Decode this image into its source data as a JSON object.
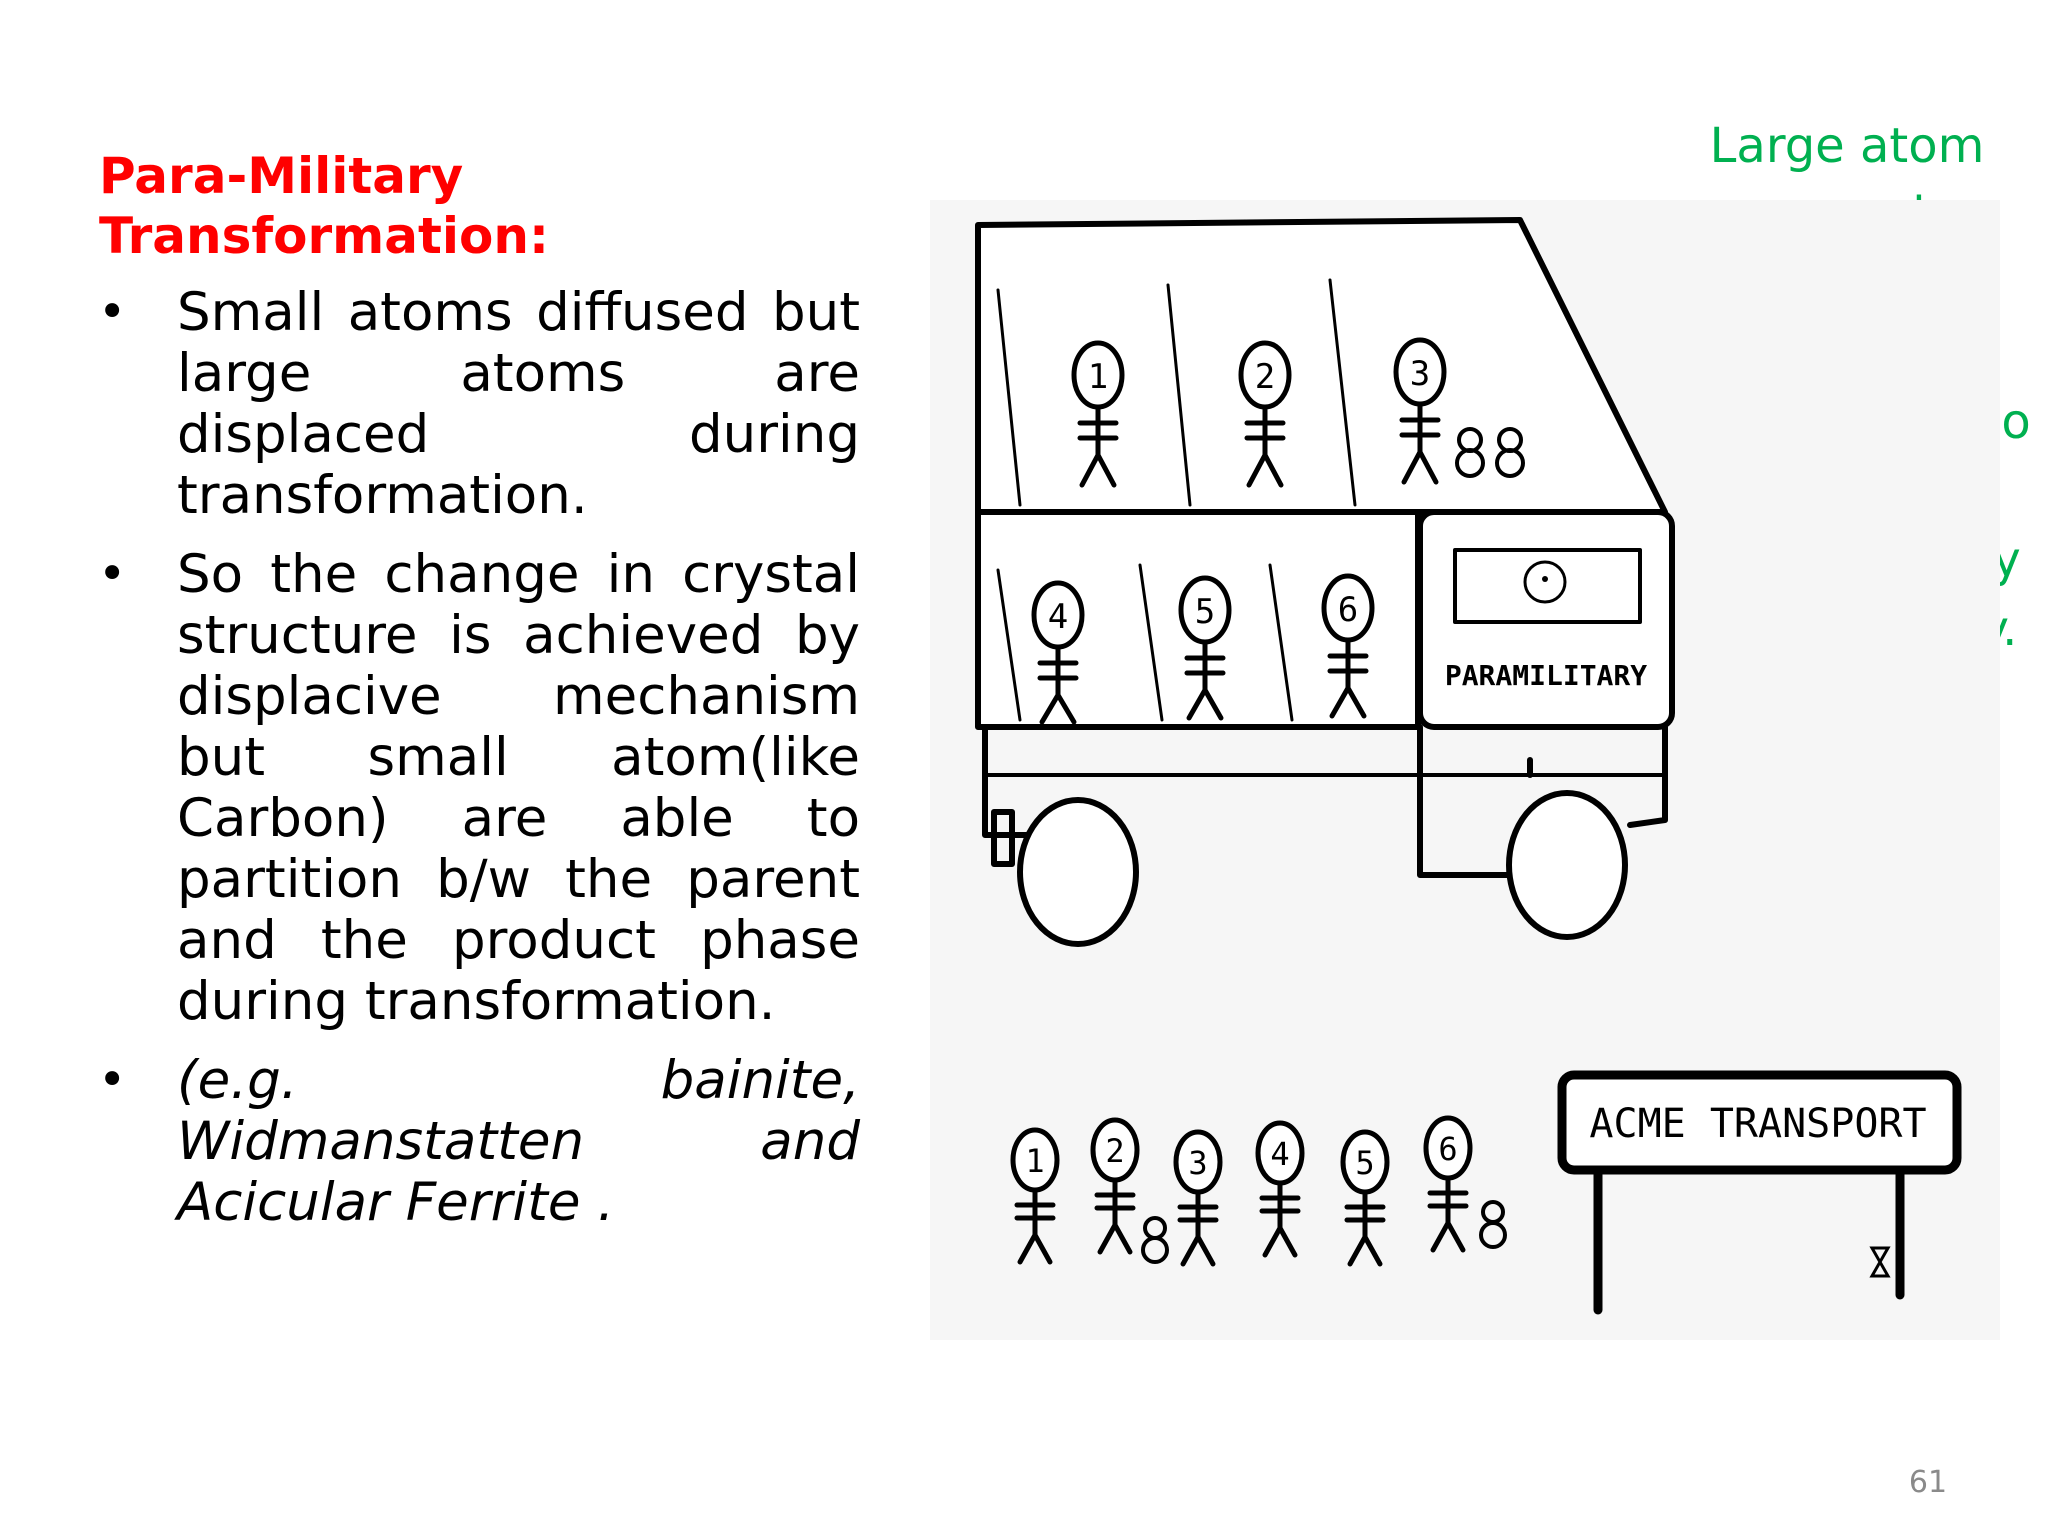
{
  "slide": {
    "heading": "Para-Military Transformation:",
    "bullets": [
      "Small atoms diffused but large atoms are displaced during transformation.",
      "So the change in crystal structure is achieved by displacive mechanism but small atom(like Carbon) are able to partition b/w the parent and the product phase during transformation.",
      "(e.g. bainite, Widmanstatten and Acicular  Ferrite ."
    ],
    "bullet_symbol": "•",
    "side_note": "Large atom moves in disciplined manner but small atoms go and occupy wherever they like to occupy.",
    "page_number": "61",
    "colors": {
      "heading": "#ff0000",
      "side_note": "#00b050",
      "body": "#000000"
    }
  },
  "cartoon": {
    "truck_label": "PARAMILITARY",
    "sign_label": "ACME TRANSPORT",
    "truck_soldiers": [
      "1",
      "2",
      "3",
      "4",
      "5",
      "6"
    ],
    "queue_soldiers": [
      "1",
      "2",
      "3",
      "4",
      "5",
      "6"
    ]
  }
}
